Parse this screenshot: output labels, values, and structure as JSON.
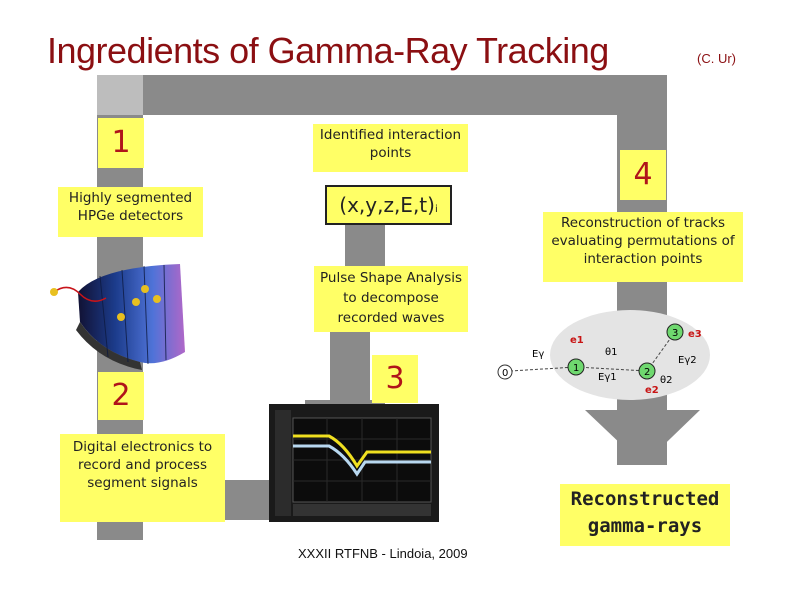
{
  "title": "Ingredients of Gamma-Ray Tracking",
  "credit": "(C. Ur)",
  "step1": {
    "number": "1",
    "text": "Highly segmented HPGe detectors"
  },
  "interaction_points": {
    "label": "Identified interaction points",
    "coords": "(x,y,z,E,t)",
    "subscript": "i"
  },
  "psa": {
    "text": "Pulse Shape Analysis to decompose recorded waves"
  },
  "step2": {
    "number": "2",
    "text": "Digital electronics to record and process segment signals"
  },
  "step3": {
    "number": "3"
  },
  "step4": {
    "number": "4",
    "text": "Reconstruction of tracks evaluating permutations of interaction points"
  },
  "result": {
    "text": "Reconstructed gamma-rays"
  },
  "tracking_figure": {
    "labels": [
      "0",
      "1",
      "2",
      "3",
      "e1",
      "e2",
      "e3",
      "Eγ",
      "Eγ1",
      "Eγ2",
      "θ1",
      "θ2"
    ]
  },
  "footer": "XXXII RTFNB - Lindoia, 2009",
  "colors": {
    "title": "#8b0f12",
    "box": "#ffff66",
    "number": "#b0141a",
    "arrow": "#808080"
  }
}
